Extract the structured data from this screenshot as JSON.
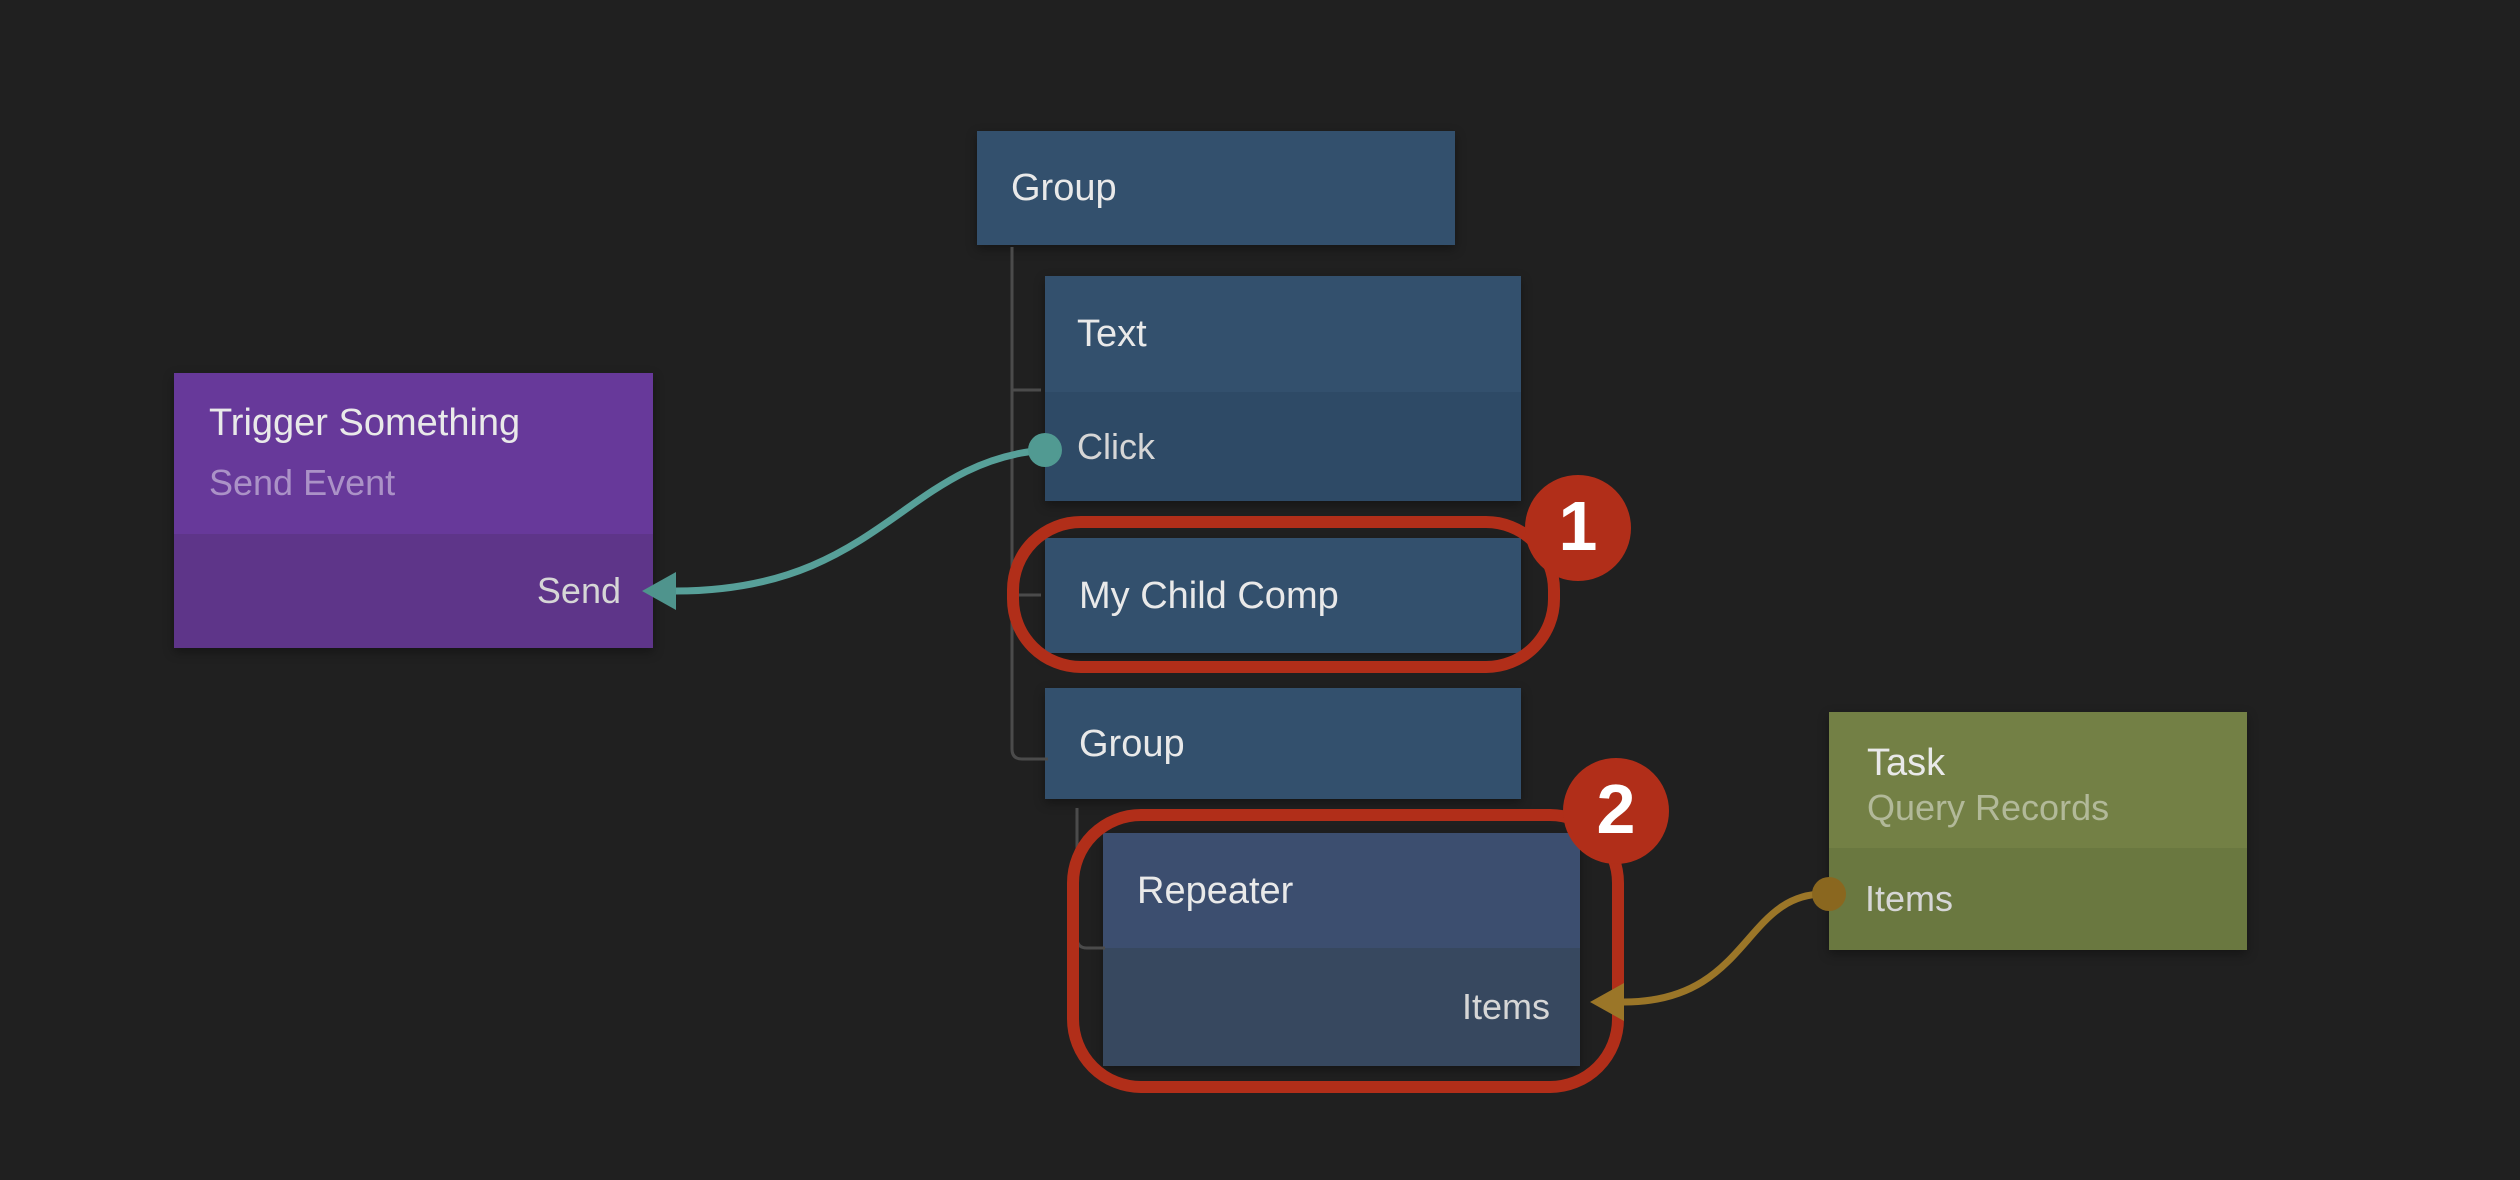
{
  "canvas": {
    "background": "#202020"
  },
  "nodes": {
    "group_top": {
      "title": "Group"
    },
    "text": {
      "title": "Text",
      "ports": {
        "click": "Click"
      }
    },
    "trigger": {
      "title": "Trigger Something",
      "subtitle": "Send Event",
      "ports": {
        "send": "Send"
      }
    },
    "my_child": {
      "title": "My Child Comp"
    },
    "group_inner": {
      "title": "Group"
    },
    "repeater": {
      "title": "Repeater",
      "ports": {
        "items": "Items"
      }
    },
    "task": {
      "title": "Task",
      "subtitle": "Query Records",
      "ports": {
        "items": "Items"
      }
    }
  },
  "annotations": {
    "badge_1": "1",
    "badge_2": "2",
    "highlight_color": "#b12e19"
  },
  "connections": [
    {
      "from": "Text.Click",
      "to": "Trigger Something.Send",
      "color": "#57a099"
    },
    {
      "from": "Task.Items",
      "to": "Repeater.Items",
      "color": "#9b7628"
    }
  ],
  "colors": {
    "background": "#202020",
    "node_blue_header": "#33506d",
    "node_blue_body": "#2e4a66",
    "node_indigo_header": "#3c4e6f",
    "node_indigo_body": "#37485f",
    "node_purple_header": "#67399a",
    "node_purple_body": "#5e3589",
    "node_green_header": "#738045",
    "node_green_body": "#6a7840",
    "connection_teal": "#57a099",
    "connection_gold": "#9b7628",
    "annotation_red": "#b12e19",
    "tree_line": "#4b4b4b"
  }
}
